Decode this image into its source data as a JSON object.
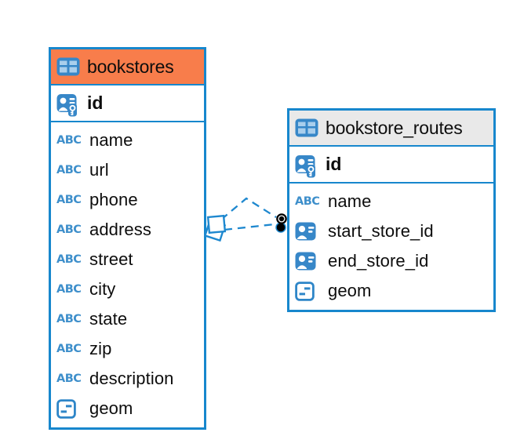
{
  "diagram": {
    "type": "entity-relationship",
    "background": "#ffffff"
  },
  "colors": {
    "table_border": "#1787CD",
    "icon_blue": "#3787C8",
    "bookstores_header": "#F87D4B",
    "routes_header": "#E9E9E9",
    "relationship_line": "#1E88CF",
    "text": "#0d0d0d"
  },
  "icons": {
    "abc_label": "ABC",
    "table_icon": "table-grid-icon",
    "primary_key_icon": "person-badge-key-icon",
    "reference_icon": "person-badge-icon",
    "geometry_icon": "geometry-field-icon"
  },
  "tables": {
    "bookstores": {
      "title": "bookstores",
      "header_color": "#F87D4B",
      "id_column": "id",
      "columns": [
        "name",
        "url",
        "phone",
        "address",
        "street",
        "city",
        "state",
        "zip",
        "description",
        "geom"
      ],
      "column_types": [
        "text",
        "text",
        "text",
        "text",
        "text",
        "text",
        "text",
        "text",
        "text",
        "geometry"
      ]
    },
    "bookstore_routes": {
      "title": "bookstore_routes",
      "header_color": "#E9E9E9",
      "id_column": "id",
      "columns": [
        "name",
        "start_store_id",
        "end_store_id",
        "geom"
      ],
      "column_types": [
        "text",
        "reference",
        "reference",
        "geometry"
      ]
    }
  },
  "relationships": [
    {
      "from_table": "bookstores",
      "to_table": "bookstore_routes",
      "line_style": "dashed",
      "source_marker": "square",
      "target_marker": "filled-circle"
    },
    {
      "from_table": "bookstores",
      "to_table": "bookstore_routes",
      "line_style": "dashed",
      "source_marker": "square",
      "target_marker": "filled-circle"
    }
  ]
}
